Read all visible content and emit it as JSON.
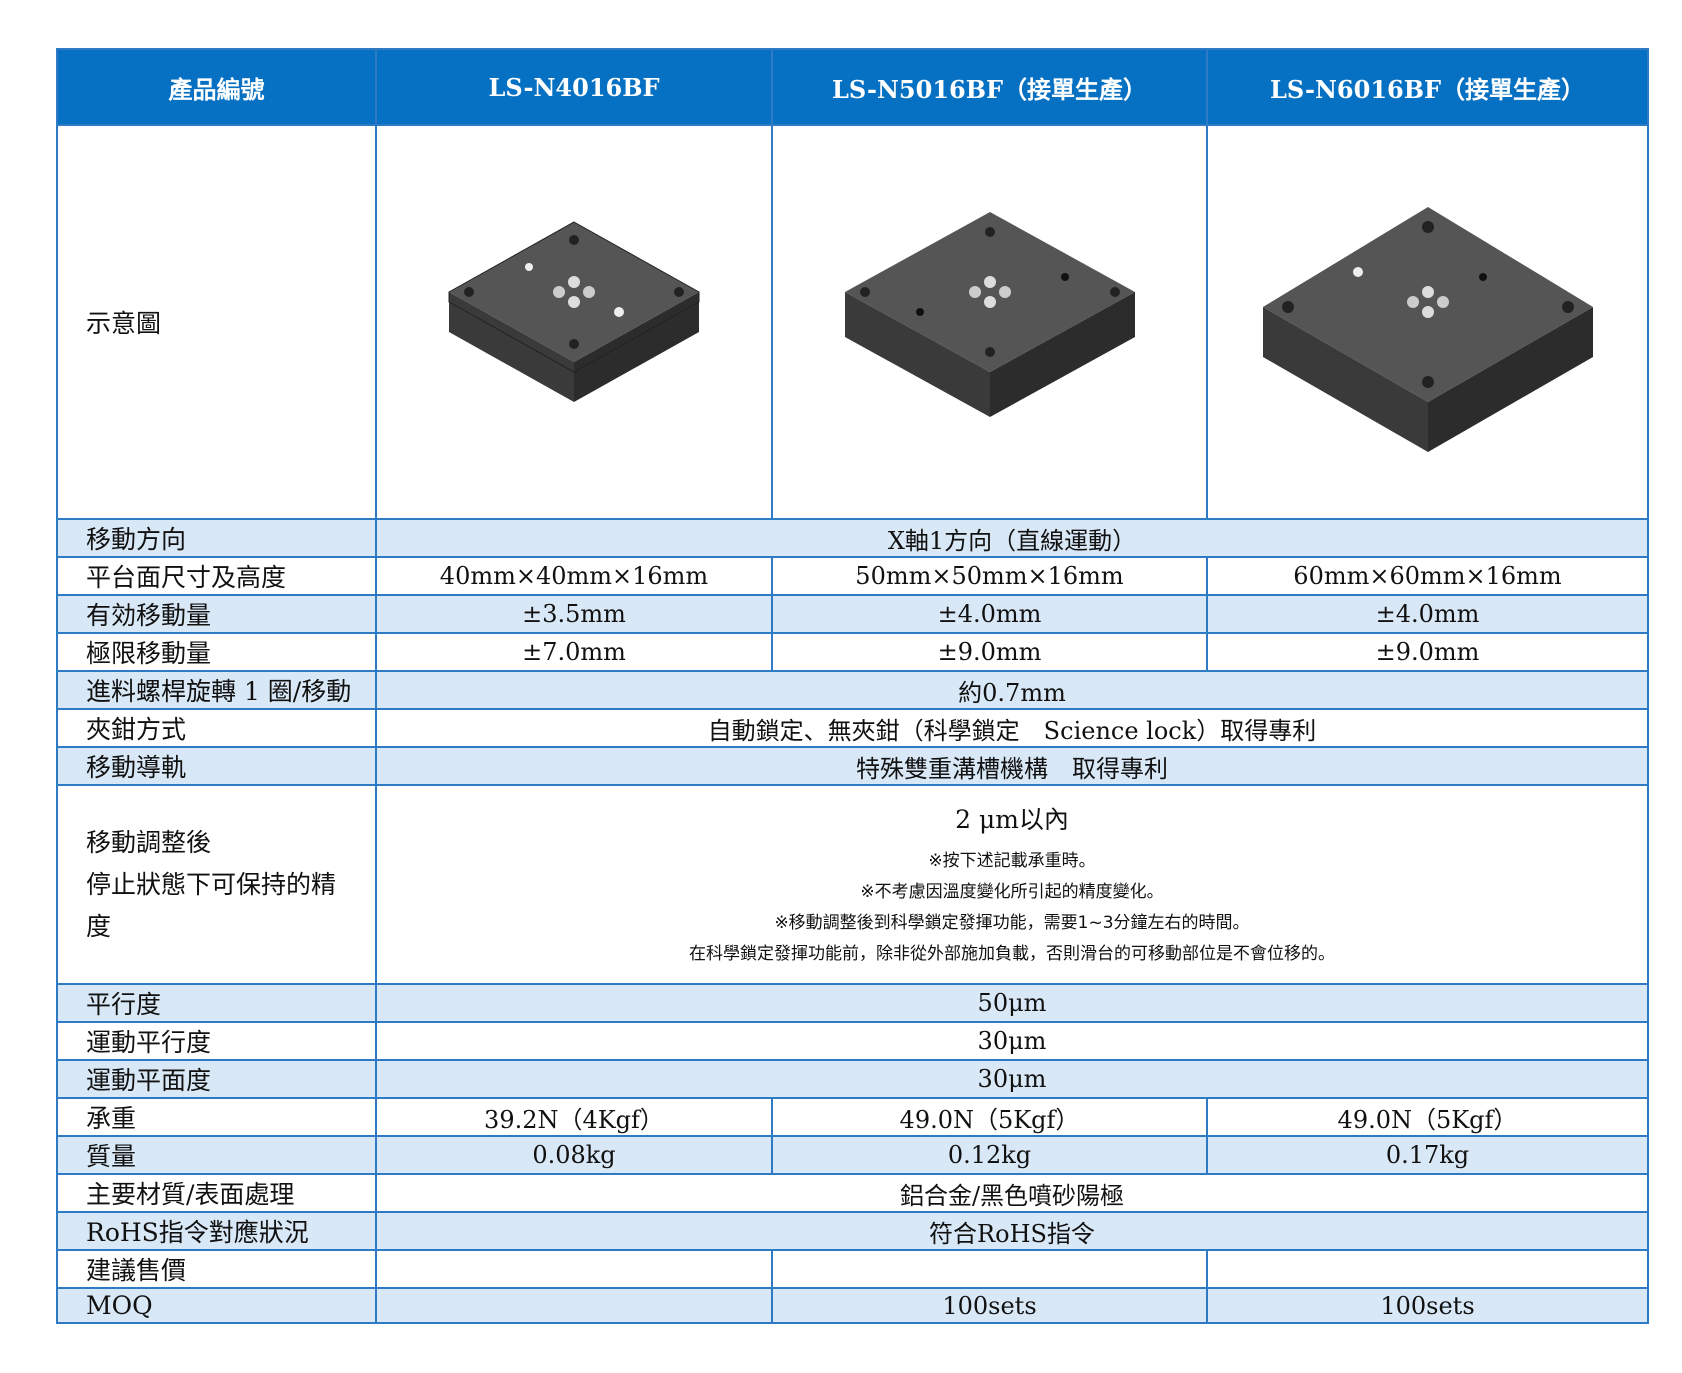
{
  "header": {
    "label": "產品編號",
    "models": [
      "LS-N4016BF",
      "LS-N5016BF（接單生產）",
      "LS-N6016BF（接單生產）"
    ]
  },
  "image_row": {
    "label": "示意圖"
  },
  "rows": {
    "direction": {
      "label": "移動方向",
      "value": "X軸1方向（直線運動）"
    },
    "platform_size": {
      "label": "平台面尺寸及高度",
      "values": [
        "40mm×40mm×16mm",
        "50mm×50mm×16mm",
        "60mm×60mm×16mm"
      ]
    },
    "effective_travel": {
      "label": "有効移動量",
      "values": [
        "±3.5mm",
        "±4.0mm",
        "±4.0mm"
      ]
    },
    "limit_travel": {
      "label": "極限移動量",
      "values": [
        "±7.0mm",
        "±9.0mm",
        "±9.0mm"
      ]
    },
    "feed_screw": {
      "label": "進料螺桿旋轉 1 圈/移動",
      "value": "約0.7mm"
    },
    "clamp": {
      "label": "夾鉗方式",
      "value": "自動鎖定、無夾鉗（科學鎖定　Science lock）取得專利"
    },
    "guide": {
      "label": "移動導軌",
      "value": "特殊雙重溝槽機構　取得專利"
    },
    "precision": {
      "label_lines": [
        "移動調整後",
        "停止狀態下可保持的精",
        "度"
      ],
      "value": "2 μm以內",
      "notes": [
        "※按下述記載承重時。",
        "※不考慮因溫度變化所引起的精度變化。",
        "※移動調整後到科學鎖定發揮功能，需要1~3分鐘左右的時間。",
        "在科學鎖定發揮功能前，除非從外部施加負載，否則滑台的可移動部位是不會位移的。"
      ]
    },
    "parallelism": {
      "label": "平行度",
      "value": "50μm"
    },
    "motion_parallelism": {
      "label": "運動平行度",
      "value": "30μm"
    },
    "motion_flatness": {
      "label": "運動平面度",
      "value": "30μm"
    },
    "load": {
      "label": "承重",
      "values": [
        "39.2N（4Kgf）",
        "49.0N（5Kgf）",
        "49.0N（5Kgf）"
      ]
    },
    "mass": {
      "label": "質量",
      "values": [
        "0.08kg",
        "0.12kg",
        "0.17kg"
      ]
    },
    "material": {
      "label": "主要材質/表面處理",
      "value": "鋁合金/黑色噴砂陽極"
    },
    "rohs": {
      "label": "RoHS指令對應狀況",
      "value": "符合RoHS指令"
    },
    "price": {
      "label": "建議售價",
      "values": [
        "",
        "",
        ""
      ]
    },
    "moq": {
      "label": "MOQ",
      "values": [
        "",
        "100sets",
        "100sets"
      ]
    }
  },
  "colors": {
    "header_bg": "#0671c3",
    "border": "#2f7ac4",
    "alt_row": "#d9e8f6"
  }
}
